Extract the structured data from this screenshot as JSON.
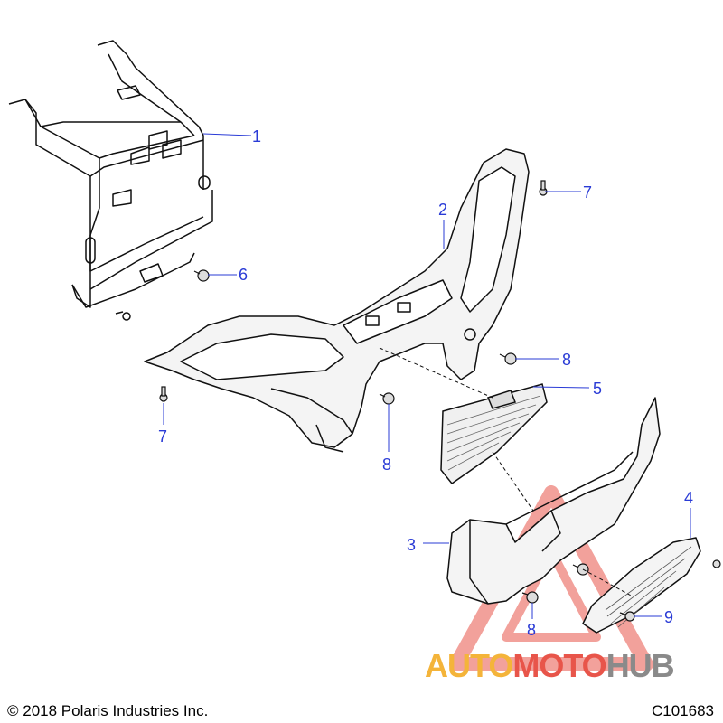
{
  "callouts": [
    {
      "label": "1"
    },
    {
      "label": "2"
    },
    {
      "label": "3"
    },
    {
      "label": "4"
    },
    {
      "label": "5"
    },
    {
      "label": "6"
    },
    {
      "label": "7"
    },
    {
      "label": "7"
    },
    {
      "label": "8"
    },
    {
      "label": "8"
    },
    {
      "label": "8"
    },
    {
      "label": "9"
    }
  ],
  "footer": {
    "copyright": "© 2018 Polaris Industries Inc.",
    "diagram_id": "C101683"
  },
  "watermark": {
    "part1": "AUTO",
    "part2": "MOTO",
    "part3": "HUB"
  },
  "colors": {
    "callout": "#2a3bd6",
    "watermark_orange": "#f4b43a",
    "watermark_red": "#e8554a",
    "watermark_gray": "#8a8a8a"
  }
}
